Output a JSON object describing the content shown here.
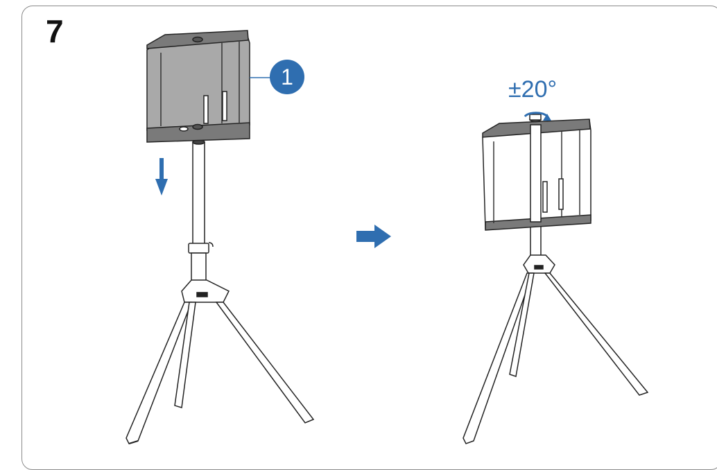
{
  "step": {
    "number": "7"
  },
  "callout": {
    "label": "1"
  },
  "rotation": {
    "label": "±20°"
  },
  "colors": {
    "accent": "#2f6eb0",
    "line": "#222222",
    "panel_fill": "#a9a9a9",
    "frame_fill": "#8f8f8f"
  },
  "icons": {
    "down_arrow": "arrow-down-icon",
    "right_arrow": "arrow-right-icon",
    "rotate": "rotate-icon"
  }
}
